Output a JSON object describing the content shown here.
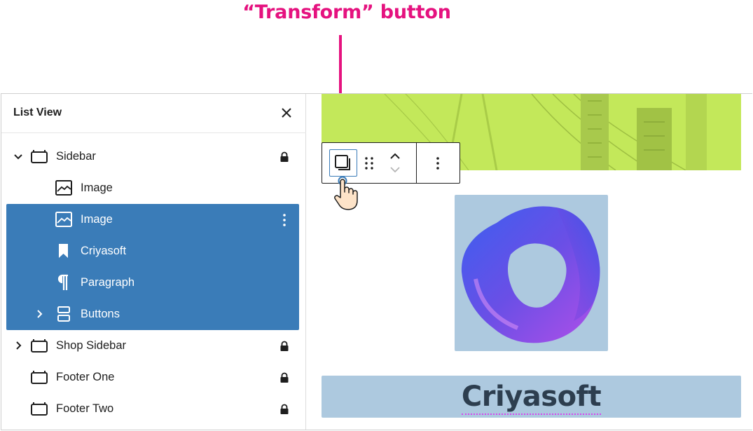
{
  "annotation": {
    "label": "“Transform” button",
    "color": "#e5127f"
  },
  "list_view": {
    "title": "List View",
    "items": [
      {
        "label": "Sidebar",
        "icon": "template-part-icon",
        "expanded": true,
        "locked": true
      },
      {
        "label": "Image",
        "icon": "image-icon"
      },
      {
        "label": "Image",
        "icon": "image-icon",
        "selected": true
      },
      {
        "label": "Criyasoft",
        "icon": "bookmark-icon",
        "selected": true
      },
      {
        "label": "Paragraph",
        "icon": "paragraph-icon",
        "selected": true
      },
      {
        "label": "Buttons",
        "icon": "buttons-icon",
        "selected": true,
        "expanded": false
      },
      {
        "label": "Shop Sidebar",
        "icon": "template-part-icon",
        "expanded": false,
        "locked": true
      },
      {
        "label": "Footer One",
        "icon": "template-part-icon",
        "locked": true
      },
      {
        "label": "Footer Two",
        "icon": "template-part-icon",
        "locked": true
      }
    ]
  },
  "canvas": {
    "heading": "Criyasoft",
    "hero_color": "#c3e85a",
    "block_bg": "#adc9df"
  },
  "colors": {
    "selection": "#3a7cb8",
    "text": "#1e1e1e"
  }
}
